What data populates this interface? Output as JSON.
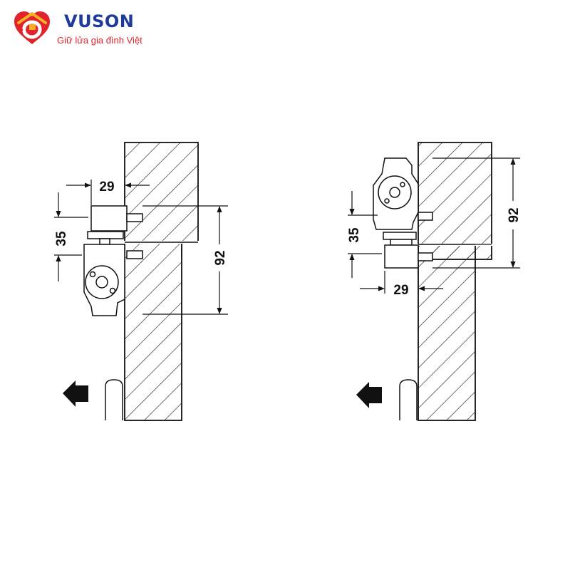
{
  "brand": {
    "name": "VUSON",
    "tagline": "Giữ lửa gia đình Việt",
    "logo_icon": "house-heart-icon",
    "colors": {
      "primary_red": "#e0232c",
      "accent_yellow": "#f4b223",
      "text_blue": "#1e3a9b"
    }
  },
  "diagram": {
    "left": {
      "offset": "29",
      "height": "35",
      "depth": "92",
      "arrow_icon": "arrow-left-icon"
    },
    "right": {
      "offset": "29",
      "height": "35",
      "depth": "92",
      "arrow_icon": "arrow-left-icon"
    }
  }
}
